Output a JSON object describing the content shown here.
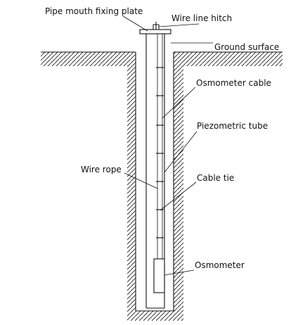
{
  "labels": {
    "pipe_mouth_fixing_plate": "Pipe mouth fixing plate",
    "wire_line_hitch": "Wire line hitch",
    "ground_surface": "Ground surface",
    "osmometer_cable": "Osmometer cable",
    "piezometric_tube": "Piezometric tube",
    "wire_rope": "Wire rope",
    "cable_tie": "Cable tie",
    "osmometer": "Osmometer"
  }
}
